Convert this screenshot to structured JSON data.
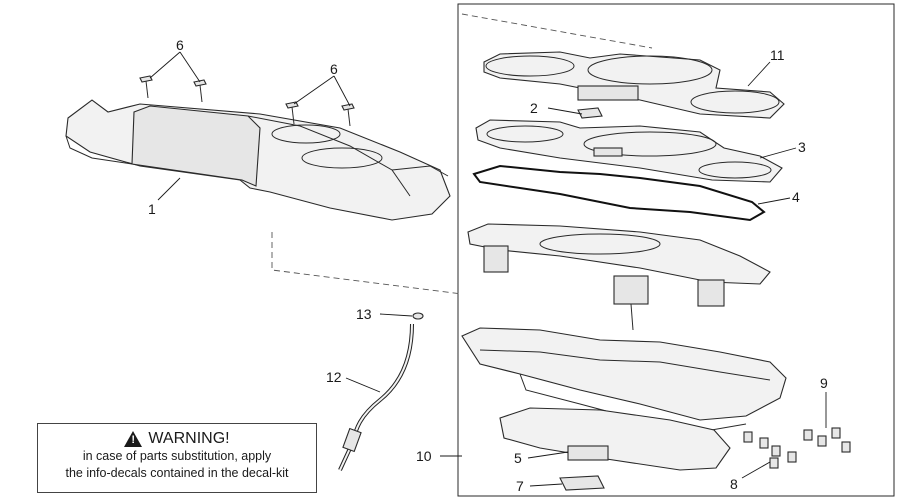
{
  "labels": [
    "1",
    "2",
    "3",
    "4",
    "5",
    "6",
    "6",
    "7",
    "8",
    "9",
    "10",
    "11",
    "12",
    "13"
  ],
  "warning": {
    "title": "WARNING!",
    "line1": "in case of parts substitution, apply",
    "line2": "the info-decals contained in the decal-kit",
    "icon": "warning-triangle-icon"
  }
}
